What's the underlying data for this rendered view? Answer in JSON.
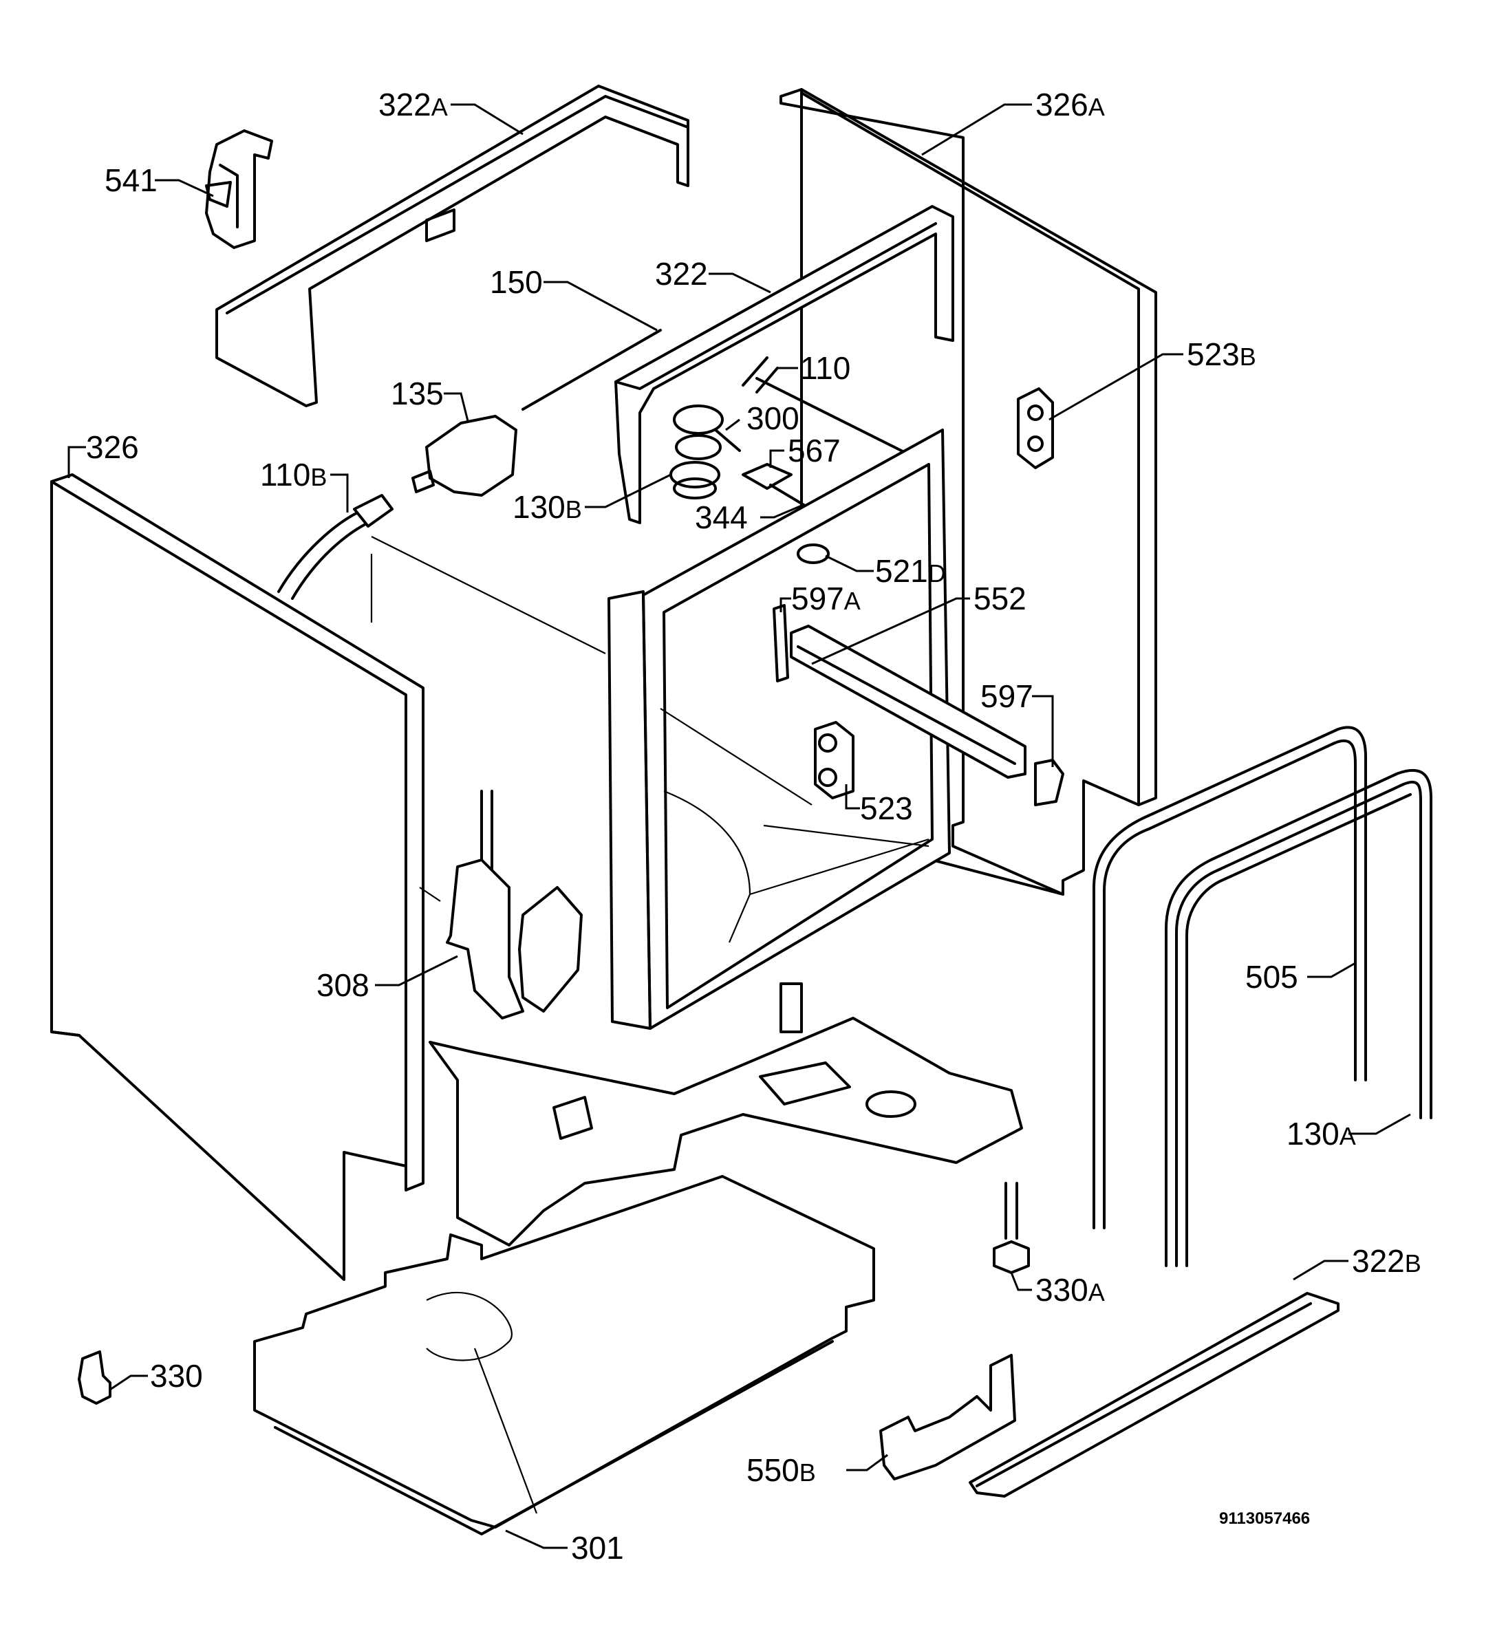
{
  "diagram_code": "9113057466",
  "callouts": [
    {
      "num": "322",
      "suffix": "A"
    },
    {
      "num": "541",
      "suffix": ""
    },
    {
      "num": "326",
      "suffix": "A"
    },
    {
      "num": "150",
      "suffix": ""
    },
    {
      "num": "322",
      "suffix": ""
    },
    {
      "num": "110",
      "suffix": ""
    },
    {
      "num": "523",
      "suffix": "B"
    },
    {
      "num": "135",
      "suffix": ""
    },
    {
      "num": "300",
      "suffix": ""
    },
    {
      "num": "567",
      "suffix": ""
    },
    {
      "num": "326",
      "suffix": ""
    },
    {
      "num": "110",
      "suffix": "B"
    },
    {
      "num": "130",
      "suffix": "B"
    },
    {
      "num": "344",
      "suffix": ""
    },
    {
      "num": "521",
      "suffix": "D"
    },
    {
      "num": "597",
      "suffix": "A"
    },
    {
      "num": "552",
      "suffix": ""
    },
    {
      "num": "597",
      "suffix": ""
    },
    {
      "num": "523",
      "suffix": ""
    },
    {
      "num": "505",
      "suffix": ""
    },
    {
      "num": "308",
      "suffix": ""
    },
    {
      "num": "130",
      "suffix": "A"
    },
    {
      "num": "330",
      "suffix": "A"
    },
    {
      "num": "322",
      "suffix": "B"
    },
    {
      "num": "330",
      "suffix": ""
    },
    {
      "num": "550",
      "suffix": "B"
    },
    {
      "num": "301",
      "suffix": ""
    }
  ]
}
